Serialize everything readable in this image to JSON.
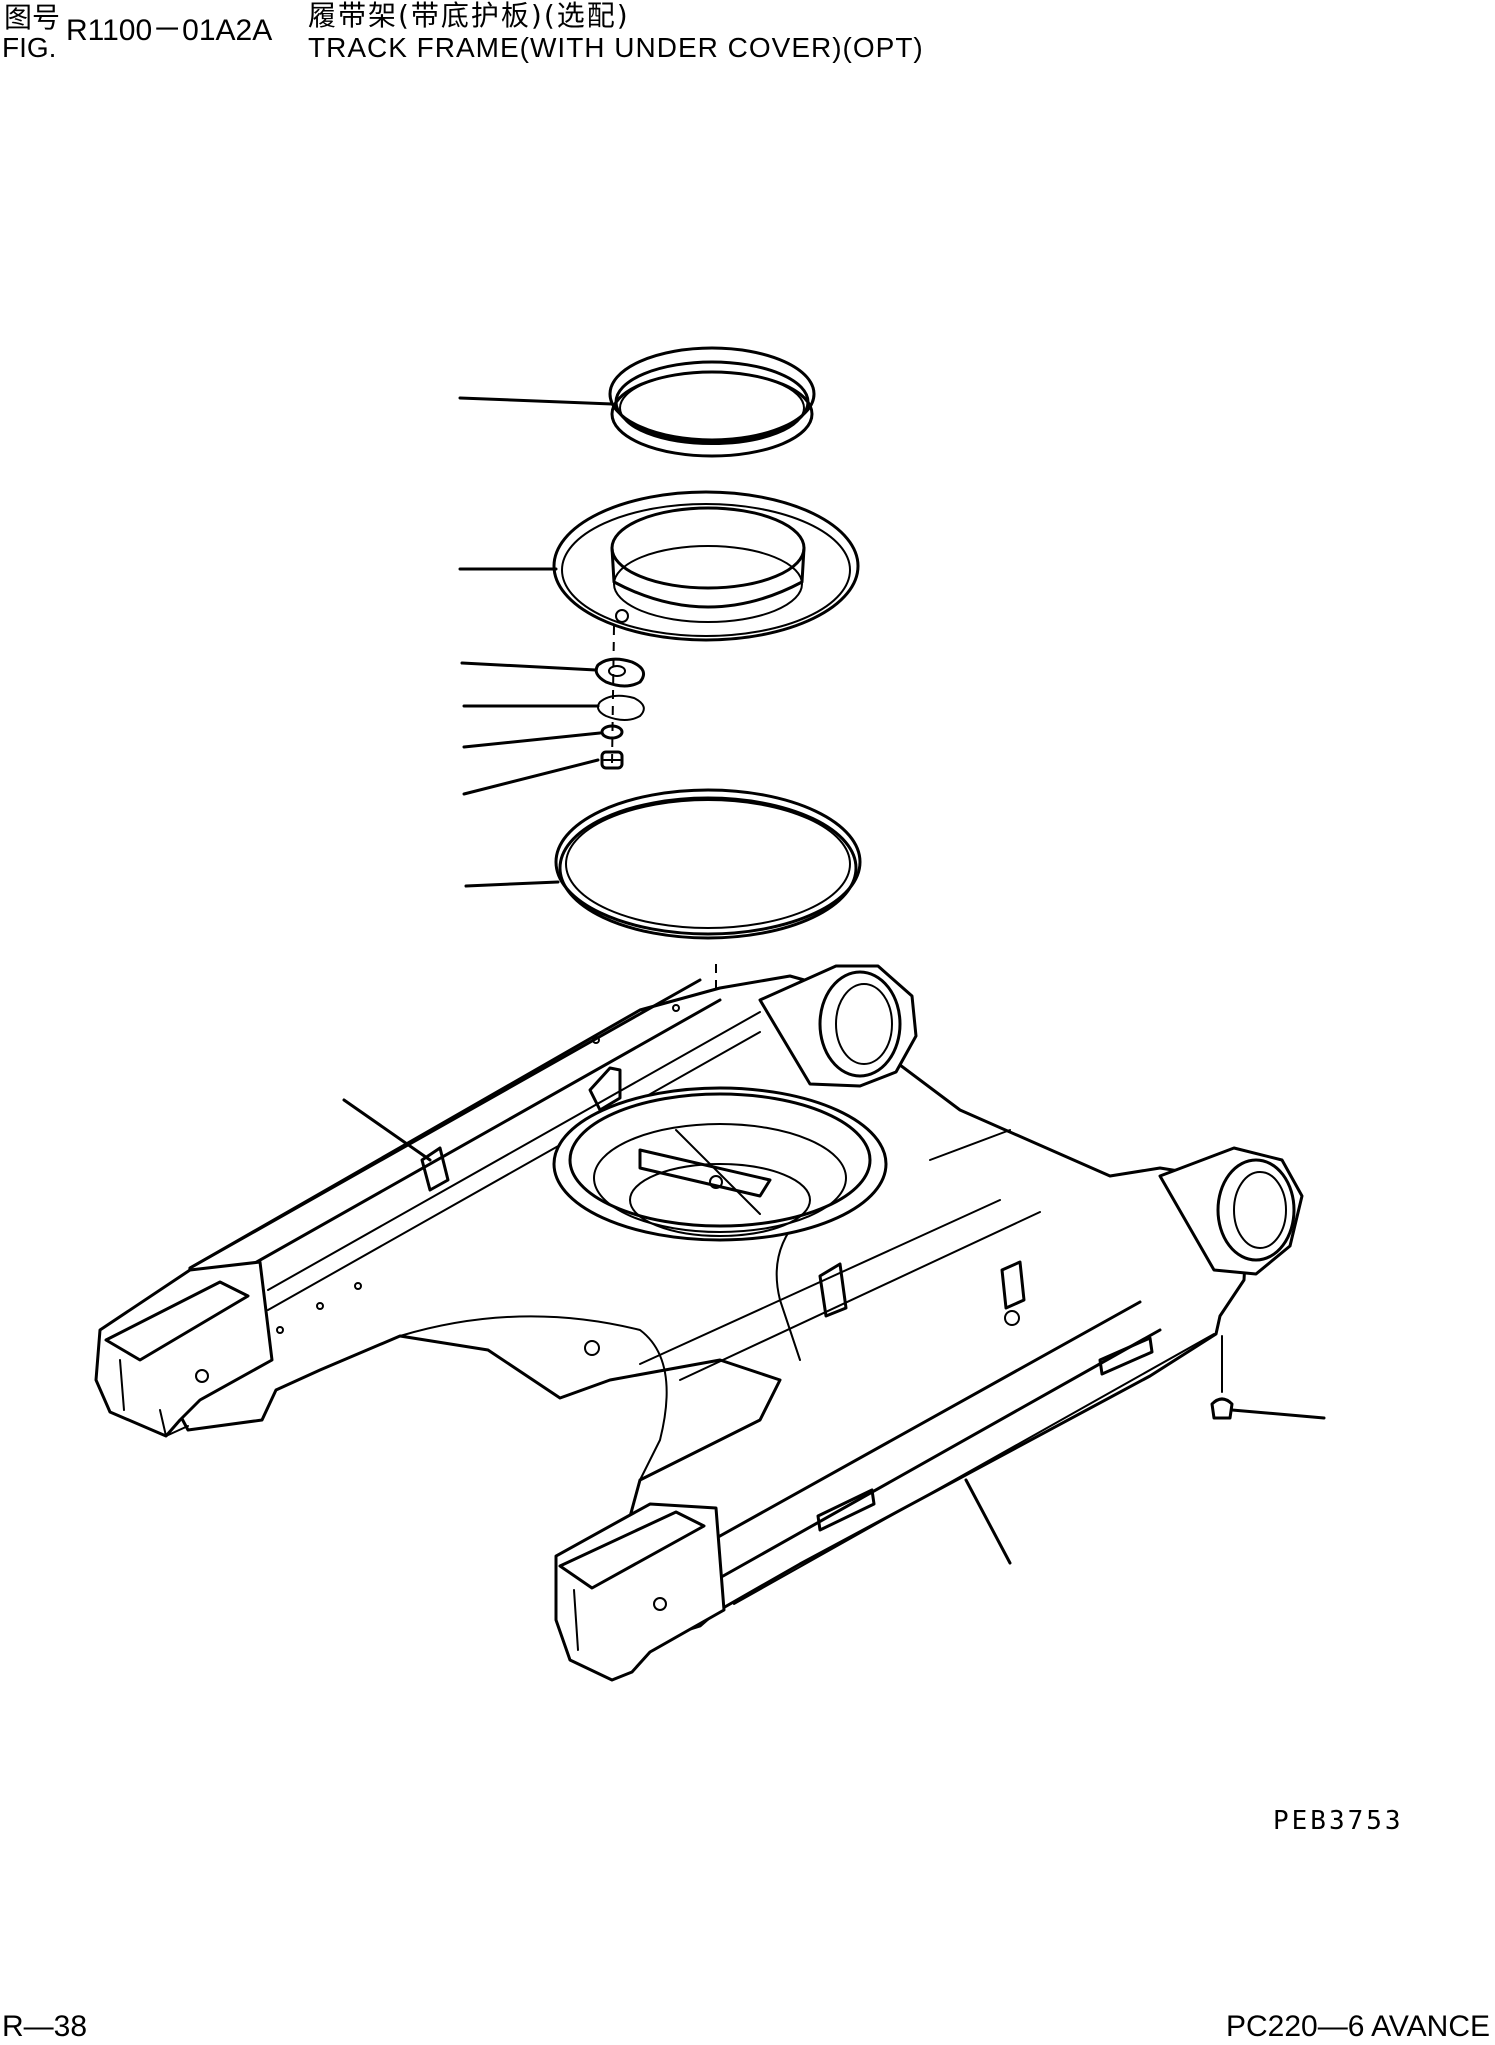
{
  "header": {
    "fig_label_cn": "图号",
    "fig_label_en": "FIG.",
    "fig_number": "R1100－01A2A",
    "title_cn": "履带架(带底护板)(选配)",
    "title_en": "TRACK FRAME(WITH UNDER COVER)(OPT)"
  },
  "drawing": {
    "code": "PEB3753",
    "parts": [
      "seal-ring",
      "cover-plate",
      "plate",
      "gasket",
      "washer",
      "plug",
      "o-ring",
      "grease-fitting",
      "track-frame",
      "plug-fitting"
    ]
  },
  "footer": {
    "page": "R—38",
    "model": "PC220—6 AVANCE"
  }
}
